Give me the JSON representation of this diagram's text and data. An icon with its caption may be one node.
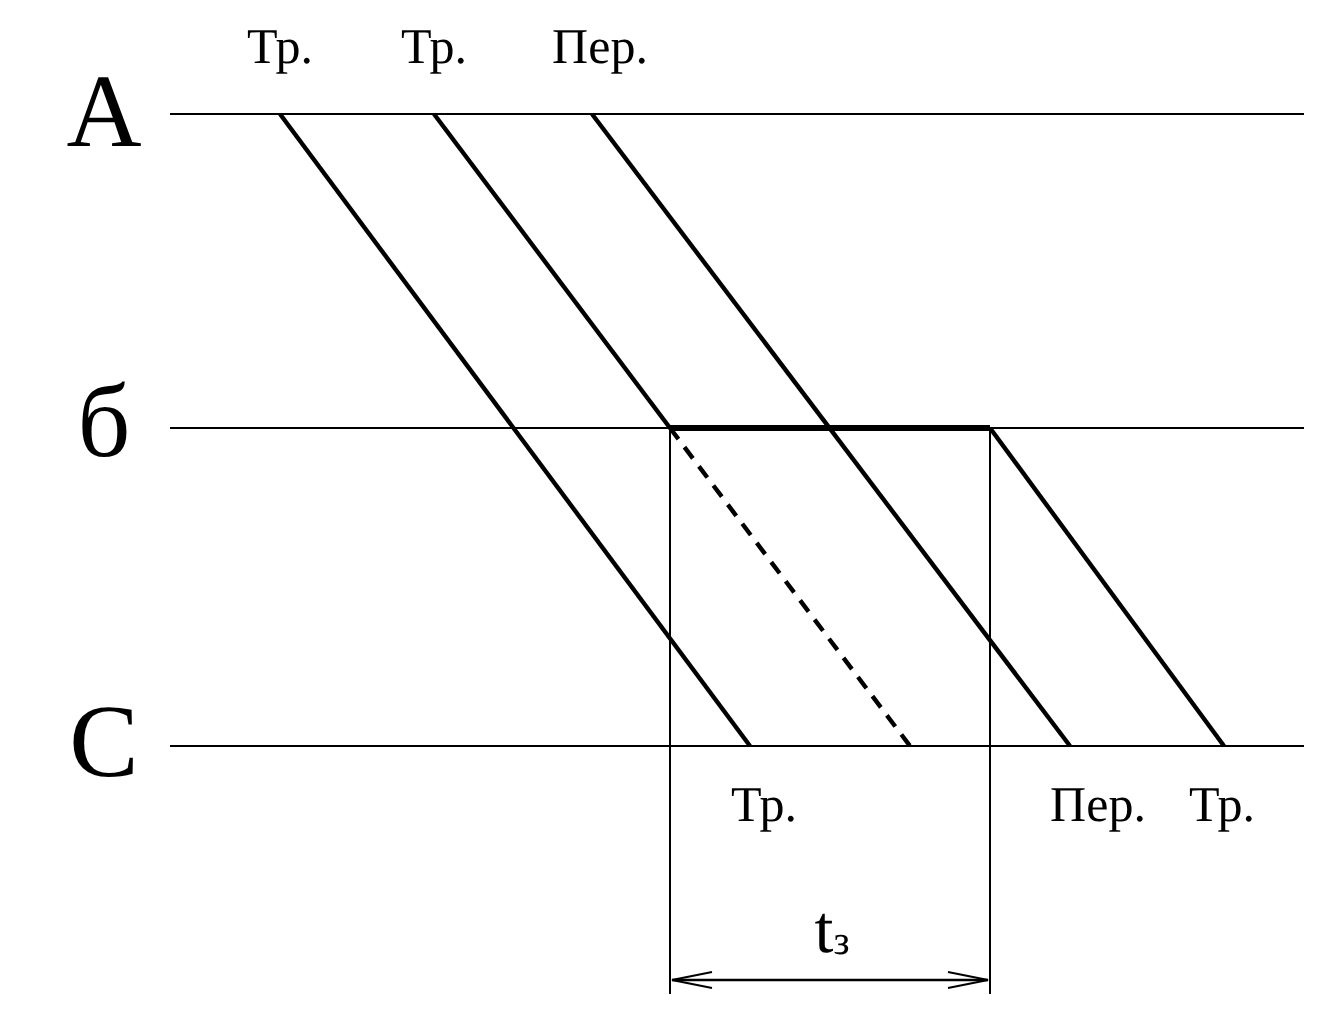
{
  "diagram": {
    "labels": [
      "A",
      "б",
      "C",
      "Тр.",
      "Тр.",
      "Пер.",
      "Тр.",
      "Пер.",
      "Тр.",
      "t$_{з}$"
    ]
  }
}
